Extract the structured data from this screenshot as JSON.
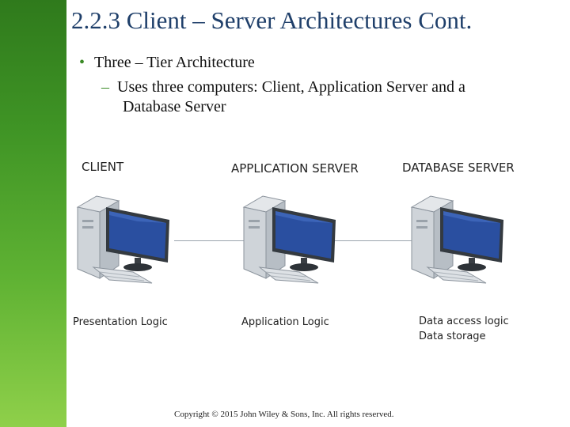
{
  "slide": {
    "title": "2.2.3 Client – Server Architectures Cont.",
    "bullet_marker": "•",
    "bullet": "Three – Tier Architecture",
    "sub_marker": "–",
    "sub_line1": "Uses three computers: Client, Application Server and a",
    "sub_line2": "Database Server",
    "footer": "Copyright © 2015 John Wiley & Sons, Inc. All rights reserved."
  },
  "diagram": {
    "tiers": [
      {
        "heading": "CLIENT",
        "captions": [
          "Presentation Logic"
        ],
        "icon": "computer-icon"
      },
      {
        "heading": "APPLICATION SERVER",
        "captions": [
          "Application Logic"
        ],
        "icon": "computer-icon"
      },
      {
        "heading": "DATABASE SERVER",
        "captions": [
          "Data access logic",
          "Data storage"
        ],
        "icon": "computer-icon"
      }
    ]
  },
  "colors": {
    "accent": "#3b8a26",
    "title": "#1f3f6a",
    "screen": "#2a4fa0"
  }
}
